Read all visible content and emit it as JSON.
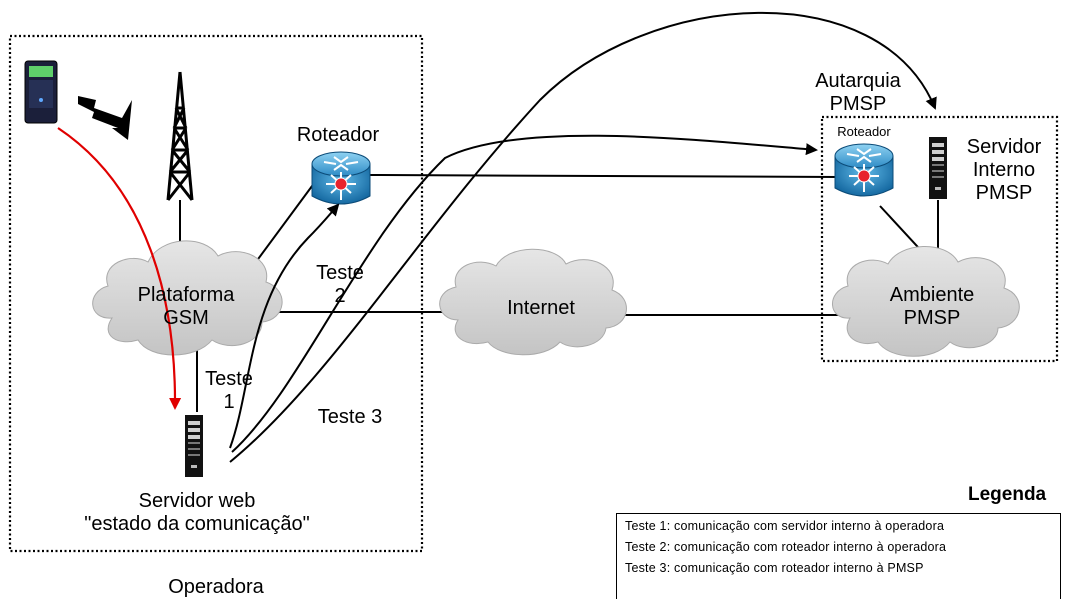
{
  "diagram": {
    "regions": {
      "operadora": "Operadora",
      "autarquia": "Autarquia\nPMSP"
    },
    "nodes": {
      "roteador_operadora": "Roteador",
      "roteador_pmsp": "Roteador",
      "servidor_interno": "Servidor\nInterno\nPMSP",
      "plataforma_gsm": "Plataforma\nGSM",
      "internet": "Internet",
      "ambiente_pmsp": "Ambiente\nPMSP",
      "servidor_web": "Servidor web\n\"estado da comunicação\""
    },
    "edge_labels": {
      "teste1": "Teste\n1",
      "teste2": "Teste\n2",
      "teste3": "Teste 3"
    }
  },
  "legend": {
    "title": "Legenda",
    "items": [
      "Teste 1: comunicação com servidor interno à operadora",
      "Teste 2: comunicação com roteador interno à operadora",
      "Teste 3: comunicação com roteador interno à PMSP"
    ]
  }
}
